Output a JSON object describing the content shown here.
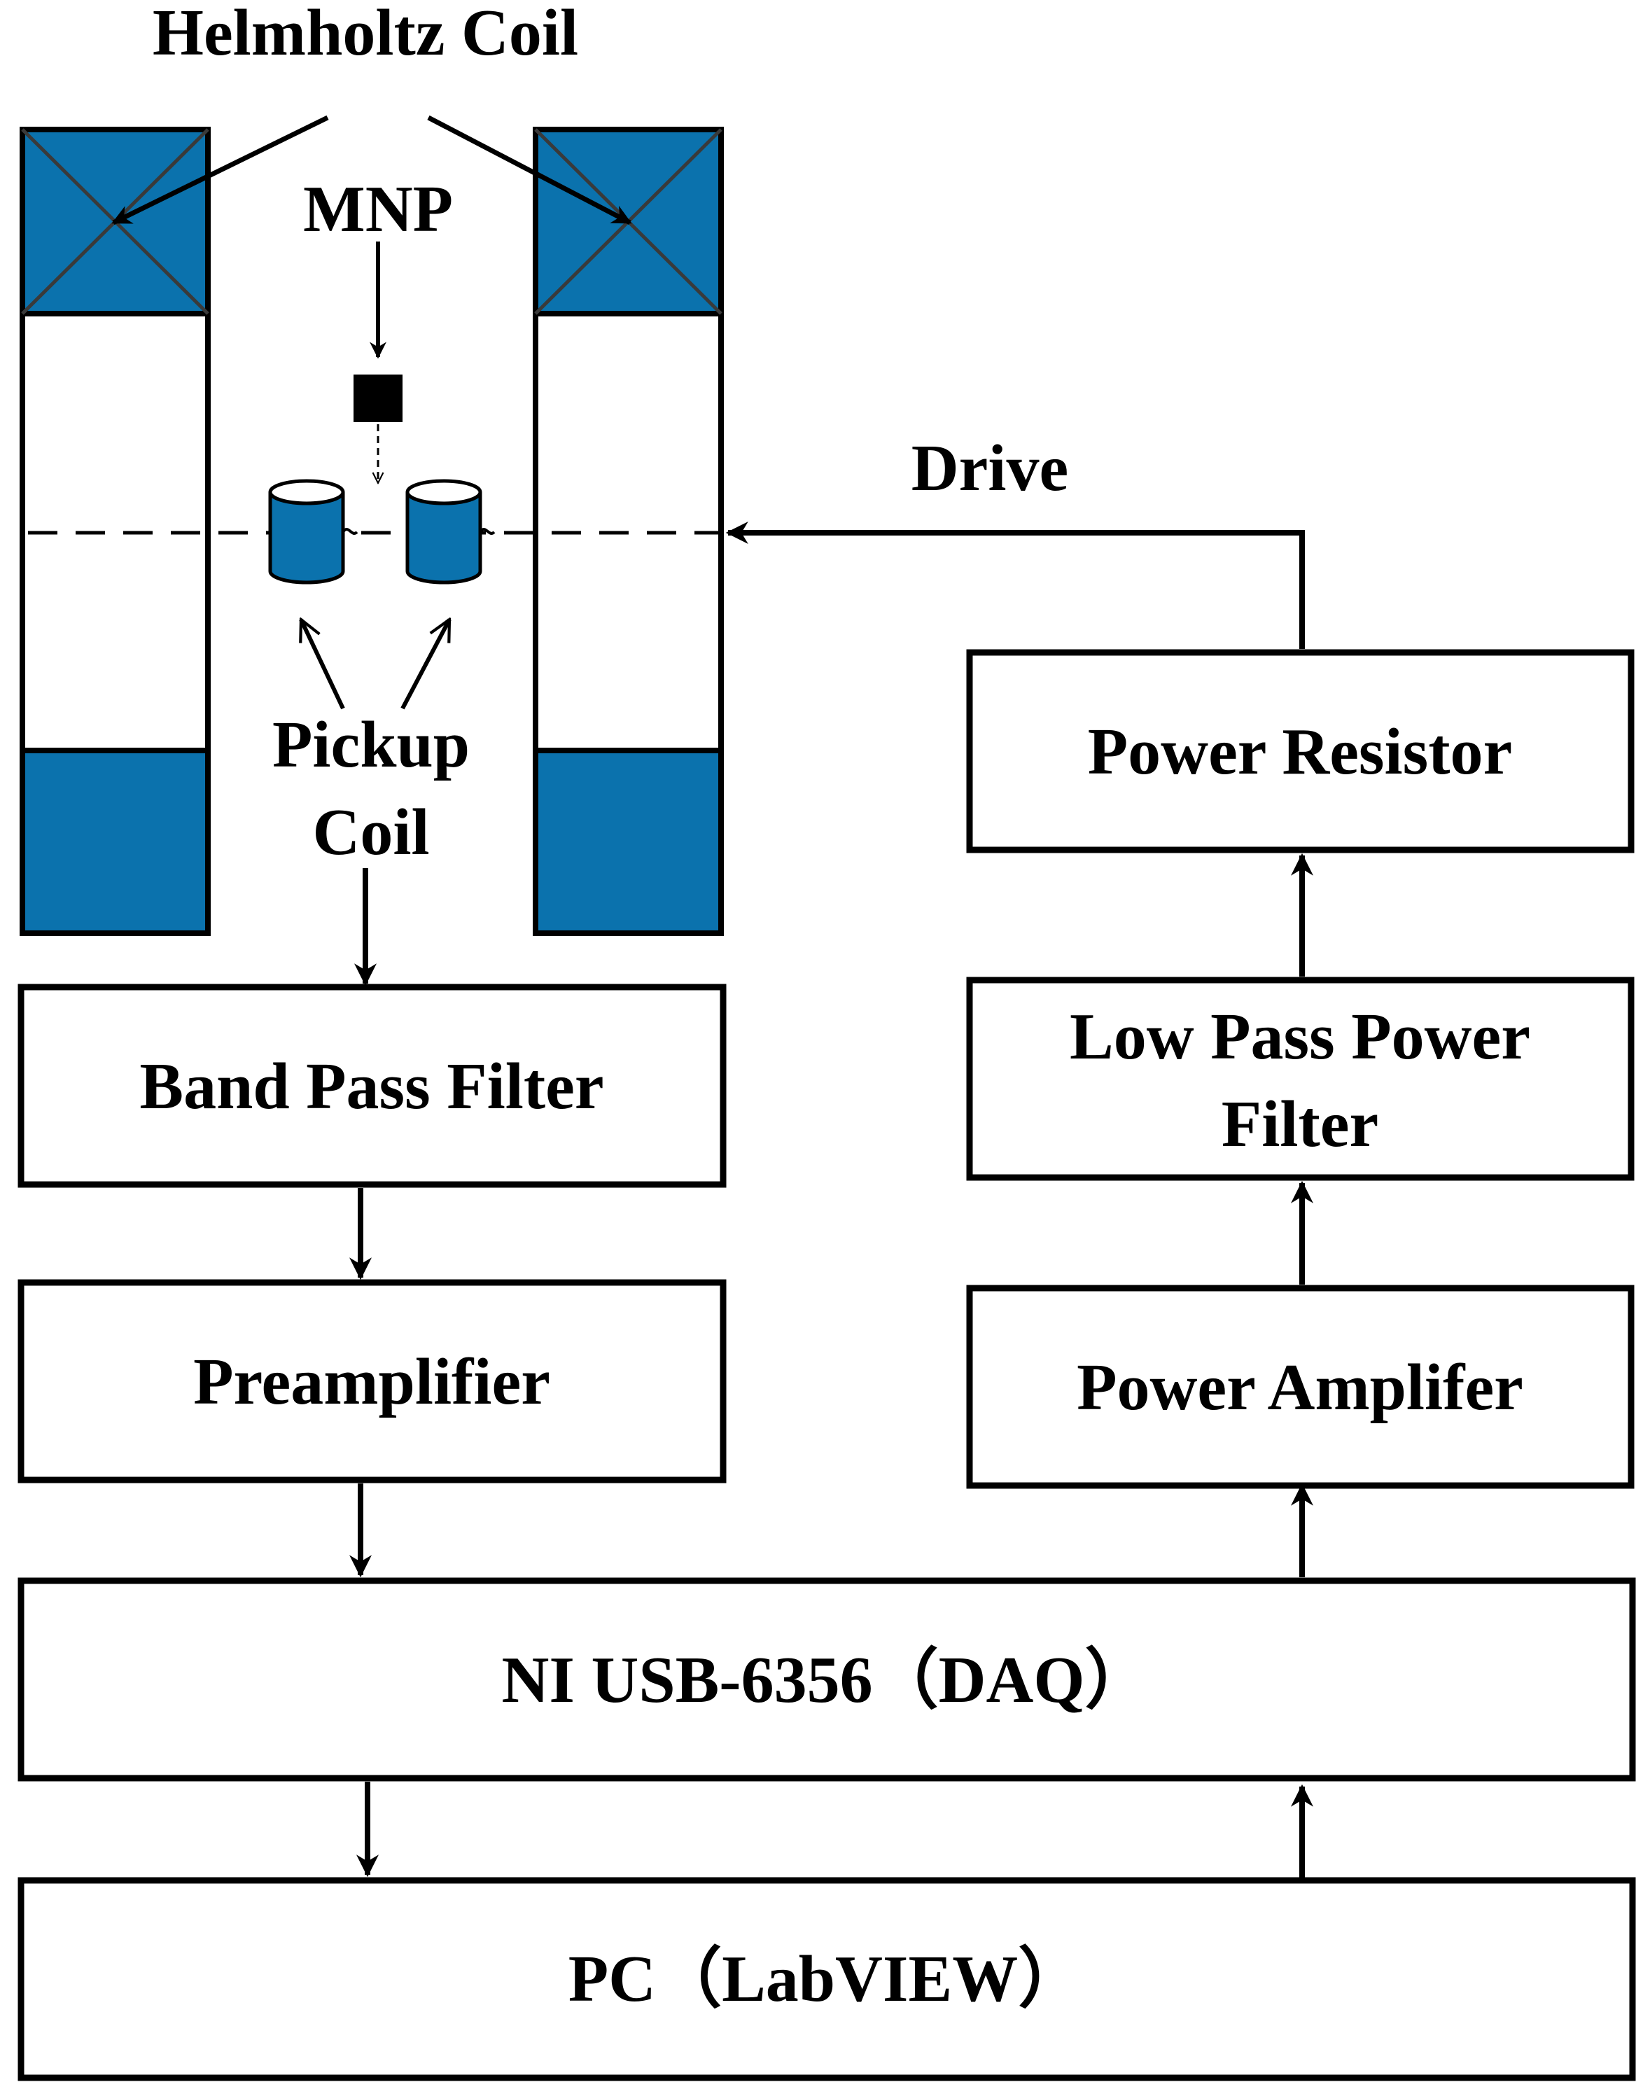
{
  "labels": {
    "helmholtz_coil": "Helmholtz Coil",
    "mnp": "MNP",
    "drive": "Drive",
    "pickup_coil_line1": "Pickup",
    "pickup_coil_line2": "Coil"
  },
  "blocks": {
    "band_pass_filter": "Band Pass Filter",
    "preamplifier": "Preamplifier",
    "daq": "NI USB-6356（DAQ）",
    "pc": "PC（LabVIEW）",
    "power_resistor": "Power Resistor",
    "low_pass_power_filter_line1": "Low Pass Power",
    "low_pass_power_filter_line2": "Filter",
    "power_amplifier": "Power Amplifer"
  },
  "colors": {
    "coil_fill": "#0B72AD",
    "coil_cross": "#3a3a3a",
    "stroke": "#000000",
    "background": "#ffffff"
  }
}
